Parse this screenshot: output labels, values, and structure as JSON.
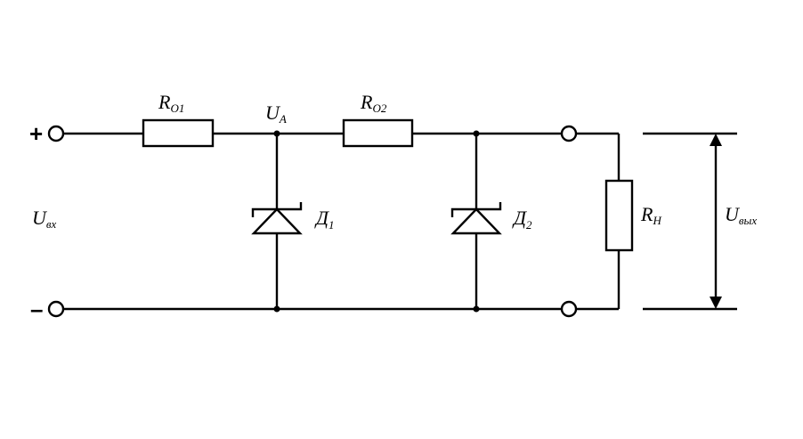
{
  "circuit": {
    "input": {
      "plus_sign": "+",
      "minus_sign": "–",
      "voltage": {
        "main": "U",
        "sub": "вх"
      }
    },
    "r_o1": {
      "main": "R",
      "sub": "O1"
    },
    "node_a": {
      "main": "U",
      "sub": "A"
    },
    "r_o2": {
      "main": "R",
      "sub": "O2"
    },
    "diode_1": {
      "main": "Д",
      "sub": "1"
    },
    "diode_2": {
      "main": "Д",
      "sub": "2"
    },
    "r_load": {
      "main": "R",
      "sub": "Н"
    },
    "output_voltage": {
      "main": "U",
      "sub": "вых"
    }
  }
}
